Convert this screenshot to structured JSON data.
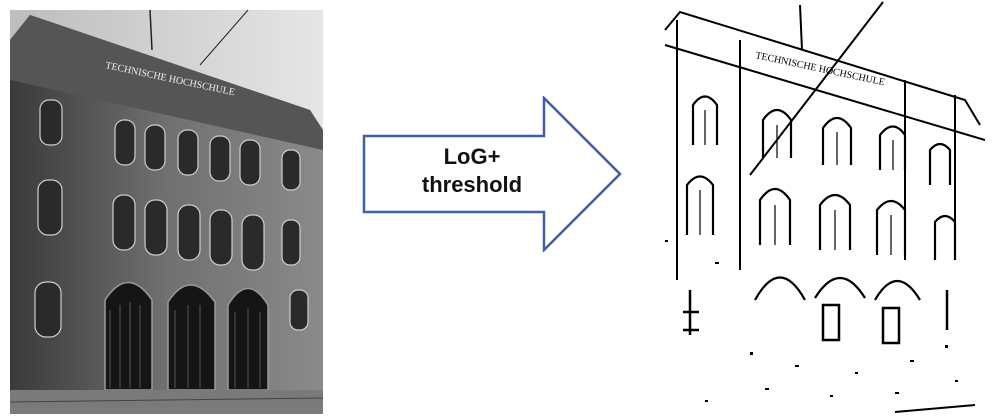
{
  "diagram": {
    "arrow": {
      "line1": "LoG+",
      "line2": "threshold",
      "stroke_color": "#3f5fa8",
      "fill_color": "#ffffff"
    },
    "input_photo": {
      "building_sign": "TECHNISCHE HOCHSCHULE",
      "style": "grayscale photograph"
    },
    "output_image": {
      "building_sign": "TECHNISCHE HOCHSCHULE",
      "style": "binary edge map"
    }
  }
}
